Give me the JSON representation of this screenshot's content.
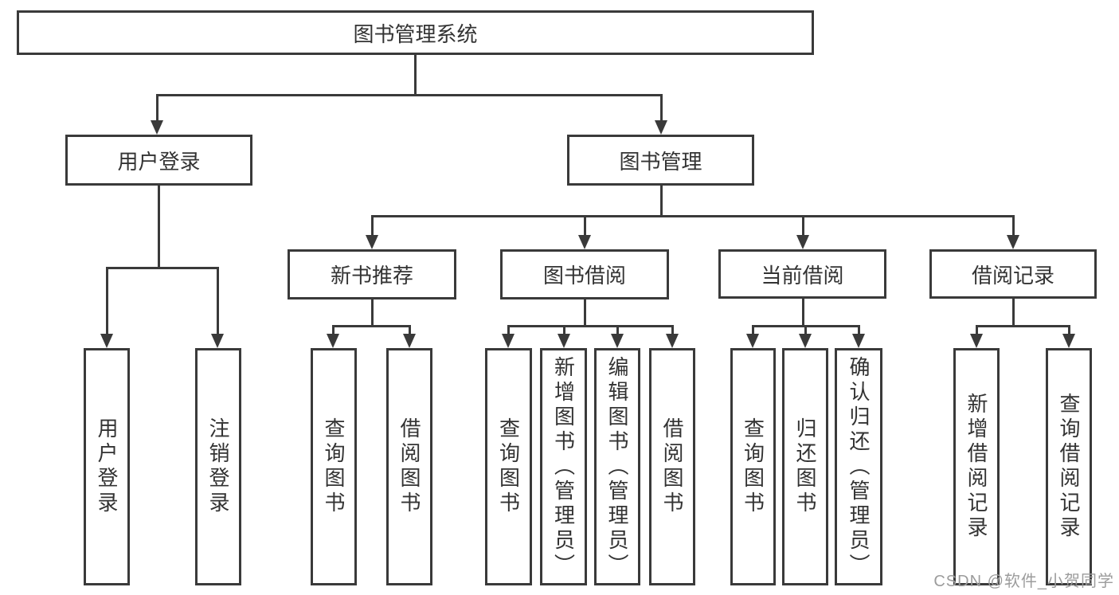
{
  "diagram": {
    "title": "图书管理系统",
    "watermark": "CSDN @软件_小贺同学",
    "colors": {
      "line": "#3a3a3a",
      "text": "#333333",
      "background": "#ffffff",
      "watermark": "#9c9c9c"
    },
    "root": {
      "label": "图书管理系统",
      "children": [
        {
          "label": "用户登录",
          "children": [
            {
              "label": "用户登录"
            },
            {
              "label": "注销登录"
            }
          ]
        },
        {
          "label": "图书管理",
          "children": [
            {
              "label": "新书推荐",
              "children": [
                {
                  "label": "查询图书"
                },
                {
                  "label": "借阅图书"
                }
              ]
            },
            {
              "label": "图书借阅",
              "children": [
                {
                  "label": "查询图书"
                },
                {
                  "label": "新增图书（管理员）"
                },
                {
                  "label": "编辑图书（管理员）"
                },
                {
                  "label": "借阅图书"
                }
              ]
            },
            {
              "label": "当前借阅",
              "children": [
                {
                  "label": "查询图书"
                },
                {
                  "label": "归还图书"
                },
                {
                  "label": "确认归还（管理员）"
                }
              ]
            },
            {
              "label": "借阅记录",
              "children": [
                {
                  "label": "新增借阅记录"
                },
                {
                  "label": "查询借阅记录"
                }
              ]
            }
          ]
        }
      ]
    }
  }
}
